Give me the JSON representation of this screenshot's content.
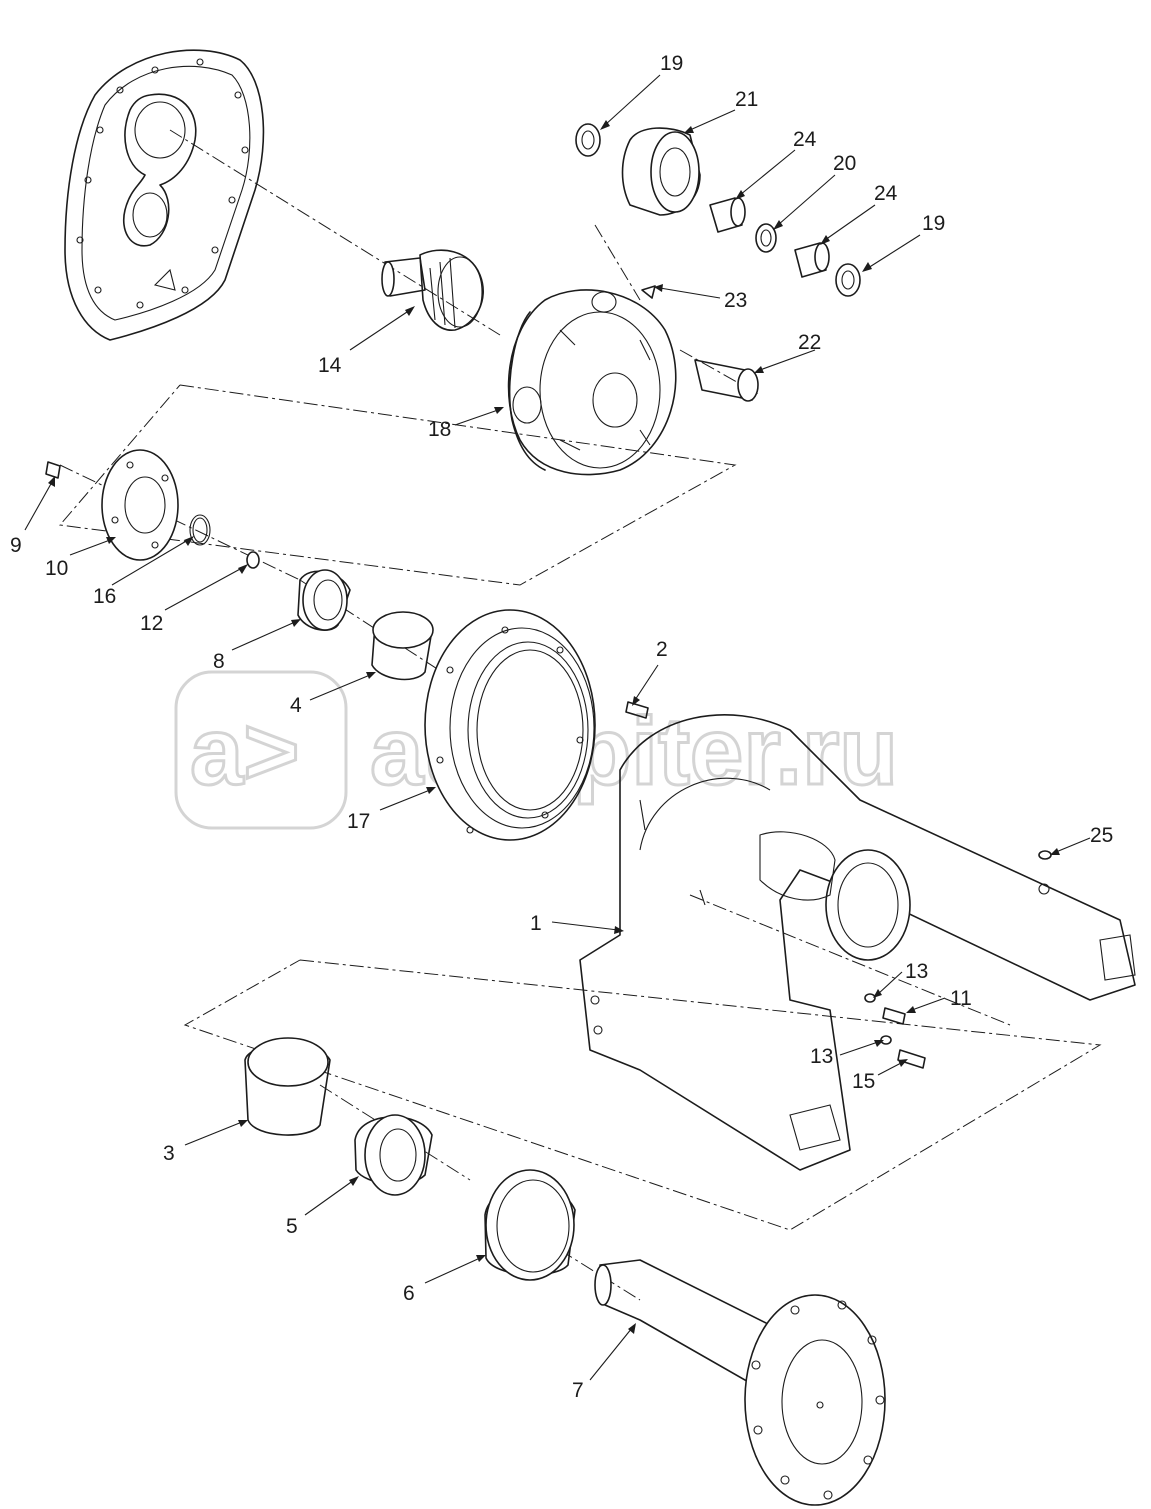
{
  "watermark": {
    "text": "autopiter.ru"
  },
  "callouts": [
    {
      "id": "c19a",
      "text": "19"
    },
    {
      "id": "c21",
      "text": "21"
    },
    {
      "id": "c24a",
      "text": "24"
    },
    {
      "id": "c20",
      "text": "20"
    },
    {
      "id": "c24b",
      "text": "24"
    },
    {
      "id": "c19b",
      "text": "19"
    },
    {
      "id": "c23",
      "text": "23"
    },
    {
      "id": "c22",
      "text": "22"
    },
    {
      "id": "c14",
      "text": "14"
    },
    {
      "id": "c18",
      "text": "18"
    },
    {
      "id": "c9",
      "text": "9"
    },
    {
      "id": "c10",
      "text": "10"
    },
    {
      "id": "c16",
      "text": "16"
    },
    {
      "id": "c12",
      "text": "12"
    },
    {
      "id": "c8",
      "text": "8"
    },
    {
      "id": "c2",
      "text": "2"
    },
    {
      "id": "c4",
      "text": "4"
    },
    {
      "id": "c17",
      "text": "17"
    },
    {
      "id": "c25",
      "text": "25"
    },
    {
      "id": "c1",
      "text": "1"
    },
    {
      "id": "c13a",
      "text": "13"
    },
    {
      "id": "c11",
      "text": "11"
    },
    {
      "id": "c13b",
      "text": "13"
    },
    {
      "id": "c15",
      "text": "15"
    },
    {
      "id": "c3",
      "text": "3"
    },
    {
      "id": "c5",
      "text": "5"
    },
    {
      "id": "c6",
      "text": "6"
    },
    {
      "id": "c7",
      "text": "7"
    }
  ]
}
